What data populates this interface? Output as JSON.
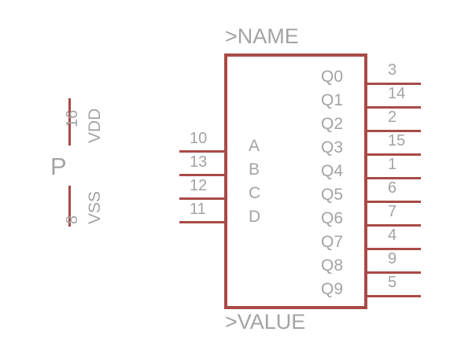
{
  "symbol": {
    "type": "schematic-symbol",
    "name_attribute": ">NAME",
    "value_attribute": ">VALUE",
    "outline_color": "#a94a46",
    "text_color": "#a3a3a3",
    "background_color": "#ffffff"
  },
  "main_gate": {
    "inputs": [
      {
        "label": "A",
        "pin": "10"
      },
      {
        "label": "B",
        "pin": "13"
      },
      {
        "label": "C",
        "pin": "12"
      },
      {
        "label": "D",
        "pin": "11"
      }
    ],
    "outputs": [
      {
        "label": "Q0",
        "pin": "3"
      },
      {
        "label": "Q1",
        "pin": "14"
      },
      {
        "label": "Q2",
        "pin": "2"
      },
      {
        "label": "Q3",
        "pin": "15"
      },
      {
        "label": "Q4",
        "pin": "1"
      },
      {
        "label": "Q5",
        "pin": "6"
      },
      {
        "label": "Q6",
        "pin": "7"
      },
      {
        "label": "Q7",
        "pin": "4"
      },
      {
        "label": "Q8",
        "pin": "9"
      },
      {
        "label": "Q9",
        "pin": "5"
      }
    ]
  },
  "power_gate": {
    "letter": "P",
    "pins": [
      {
        "label": "VDD",
        "pin": "16"
      },
      {
        "label": "VSS",
        "pin": "8"
      }
    ]
  }
}
